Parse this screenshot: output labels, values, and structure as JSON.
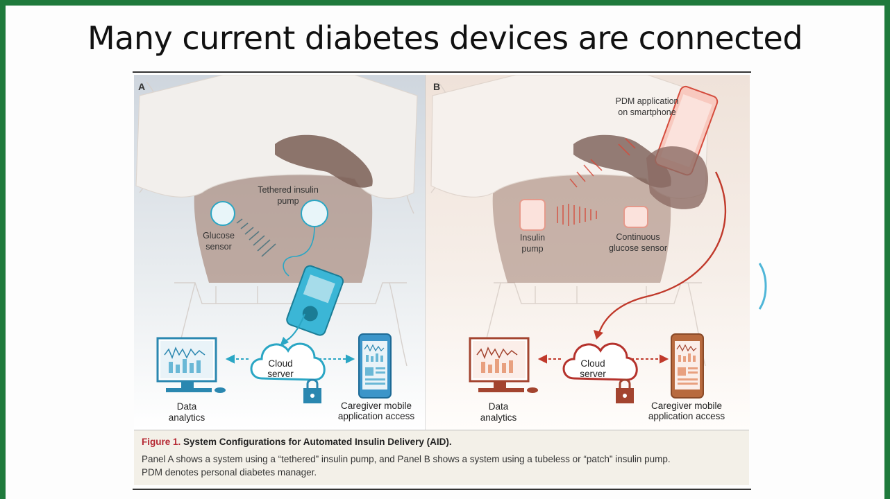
{
  "slide": {
    "title": "Many current diabetes devices are connected"
  },
  "panel_a": {
    "letter": "A",
    "labels": {
      "tethered_pump_1": "Tethered insulin",
      "tethered_pump_2": "pump",
      "glucose_sensor_1": "Glucose",
      "glucose_sensor_2": "sensor",
      "cloud_1": "Cloud",
      "cloud_2": "server",
      "analytics_1": "Data",
      "analytics_2": "analytics",
      "caregiver_1": "Caregiver mobile",
      "caregiver_2": "application access"
    }
  },
  "panel_b": {
    "letter": "B",
    "labels": {
      "pdm_1": "PDM application",
      "pdm_2": "on smartphone",
      "insulin_pump_1": "Insulin",
      "insulin_pump_2": "pump",
      "cgm_1": "Continuous",
      "cgm_2": "glucose sensor",
      "cloud_1": "Cloud",
      "cloud_2": "server",
      "analytics_1": "Data",
      "analytics_2": "analytics",
      "caregiver_1": "Caregiver mobile",
      "caregiver_2": "application access"
    }
  },
  "caption": {
    "figure_label": "Figure 1.",
    "figure_title": "System Configurations for Automated Insulin Delivery (AID).",
    "body_line1": "Panel A shows a system using a “tethered” insulin pump, and Panel B shows a system using a tubeless or “patch” insulin pump.",
    "body_line2": "PDM denotes personal diabetes manager."
  },
  "colors": {
    "background_green": "#1f7a3c",
    "panel_a_accent": "#2aa6c4",
    "panel_b_accent": "#b5322c",
    "caption_red": "#b52732"
  }
}
